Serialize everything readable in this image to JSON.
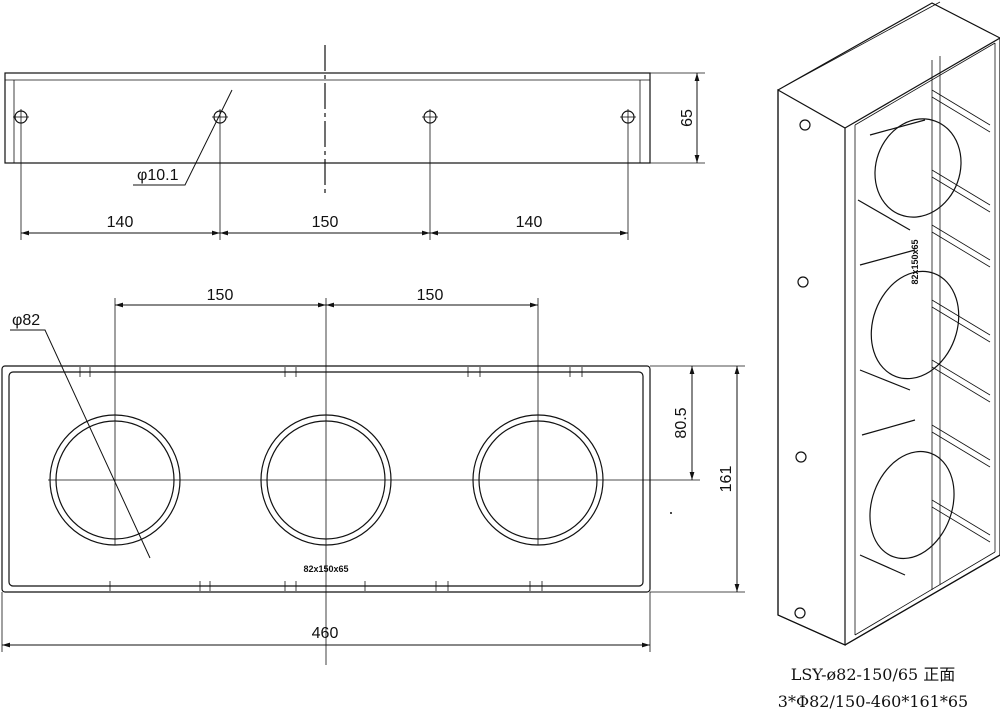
{
  "drawing": {
    "top_view": {
      "hole_diameter_label": "φ10.1",
      "height_label": "65",
      "spacing_labels": [
        "140",
        "150",
        "140"
      ]
    },
    "front_view": {
      "hole_diameter_label": "φ82",
      "spacing_labels": [
        "150",
        "150"
      ],
      "center_height_label": "80.5",
      "height_label": "161",
      "width_label": "460",
      "center_marking": "82x150x65"
    },
    "iso_view": {
      "side_marking": "82x150x65"
    },
    "caption": {
      "line1": "LSY-ø82-150/65 正面",
      "line2": "3*Φ82/150-460*161*65"
    }
  }
}
